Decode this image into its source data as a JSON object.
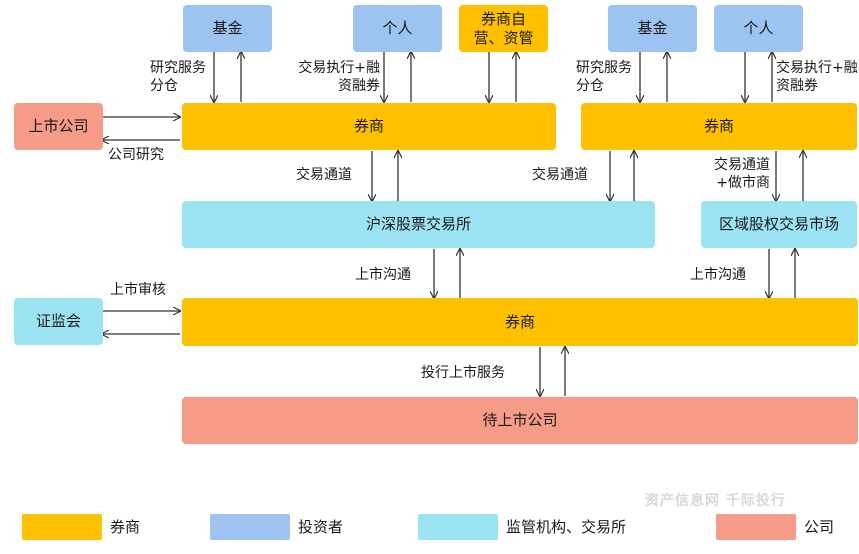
{
  "nodes": {
    "fund_left": "基金",
    "individual_left": "个人",
    "broker_prop": "券商自营、资管",
    "fund_right": "基金",
    "individual_right": "个人",
    "listed_company": "上市公司",
    "broker_left": "券商",
    "broker_right": "券商",
    "sz_sh_exchange": "沪深股票交易所",
    "regional_market": "区域股权交易市场",
    "csrc": "证监会",
    "broker_bottom": "券商",
    "pre_ipo_company": "待上市公司"
  },
  "labels": {
    "research_left": "研究服务分仓",
    "trade_exec_left": "交易执行+融资融券",
    "company_research": "公司研究",
    "trade_channel_left": "交易通道",
    "trade_channel_mid": "交易通道",
    "research_right": "研究服务分仓",
    "trade_exec_right": "交易执行+融资融券",
    "trade_channel_right": "交易通道+做市商",
    "listing_comm_left": "上市沟通",
    "listing_comm_right": "上市沟通",
    "listing_review": "上市审核",
    "ib_service": "投行上市服务"
  },
  "legend": [
    {
      "label": "券商",
      "color": "#FFC000"
    },
    {
      "label": "投资者",
      "color": "#9DC3F0"
    },
    {
      "label": "监管机构、交易所",
      "color": "#9BE3F3"
    },
    {
      "label": "公司",
      "color": "#F59B87"
    }
  ],
  "watermark": "资产信息网 千际投行"
}
